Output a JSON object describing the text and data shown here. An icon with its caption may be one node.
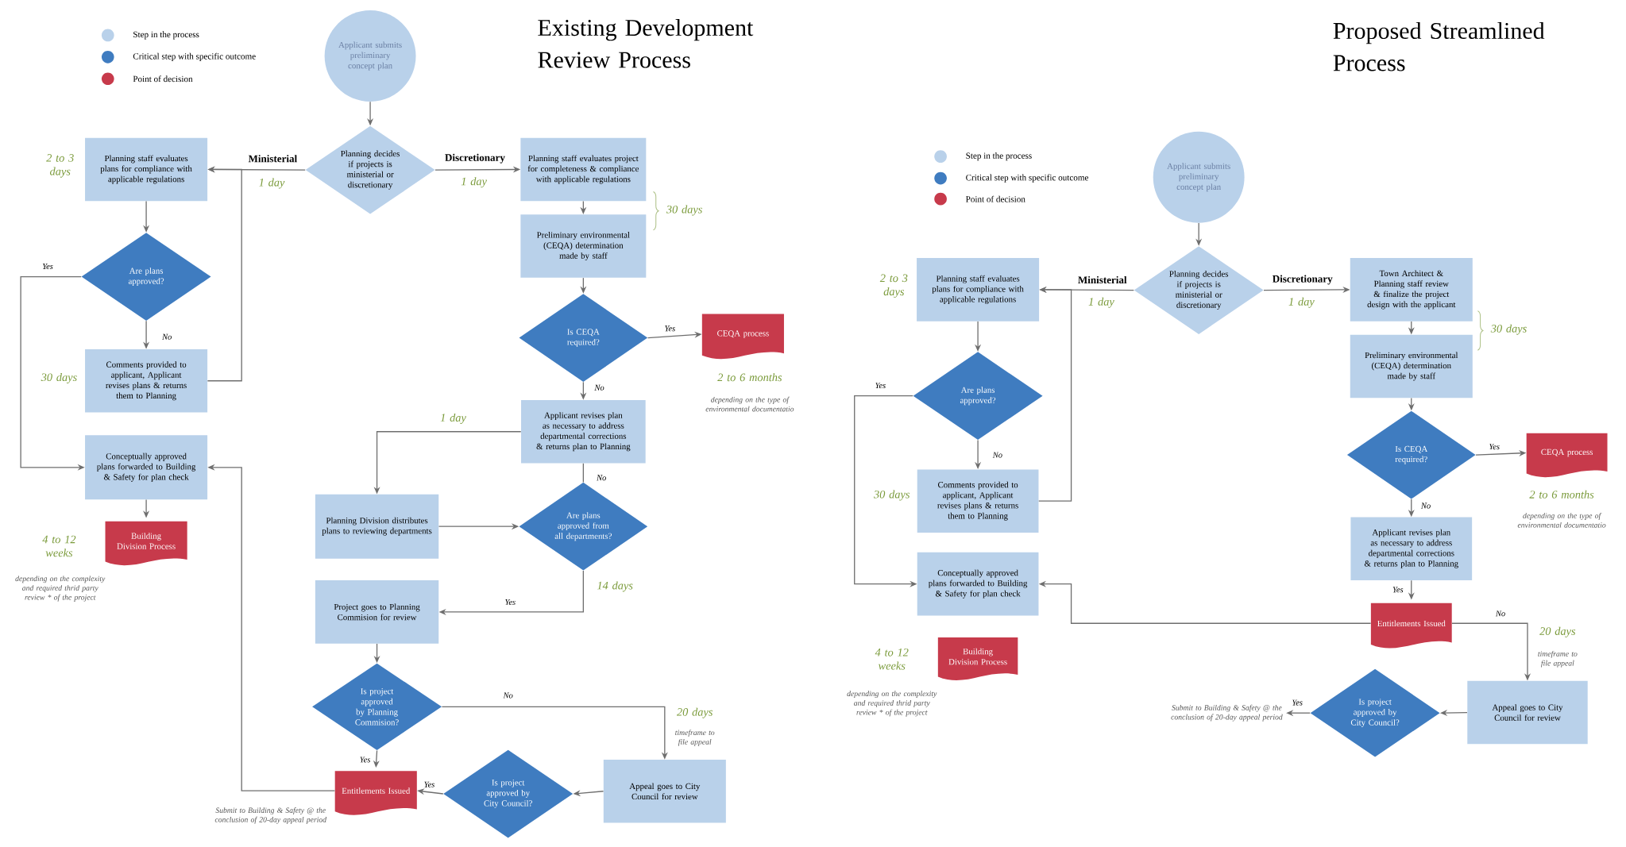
{
  "diagram": {
    "nodes": [
      {
        "text": [
          "Applicant submits preliminary concept plan"
        ]
      },
      {
        "text": [
          "Planning decides if projects is ministerial or discretionary"
        ]
      },
      {
        "text": [
          "Planning staff evaluates plans for compliance with applicable regulations"
        ],
        "beside": [
          "2 to 3 days"
        ]
      },
      {
        "text": [
          "Planning staff evaluates project for completeness & compliance with applicable regulations"
        ]
      },
      {
        "text": [
          "Preliminary environmental (CEQA) determination made by staff"
        ]
      },
      {
        "text": [
          "Are plans approved?"
        ]
      },
      {
        "text": [
          "Comments provided to applicant, Applicant revises plans & returns them to Planning"
        ],
        "beside": [
          "30 days"
        ]
      },
      {
        "text": [
          "Is CEQA required?"
        ]
      },
      {
        "text": [
          "CEQA process"
        ],
        "beside": [
          "2 to 6 months",
          "depending on the type of environmental documentatio"
        ]
      },
      {
        "text": [
          "Applicant revises plan as necessary to address departmental corrections & returns plan to Planning"
        ]
      },
      {
        "text": [
          "Planning Division distributes plans to reviewing departments"
        ]
      },
      {
        "text": [
          "Are plans approved from all departments?"
        ]
      },
      {
        "text": [
          "Project goes to Planning Commision for review"
        ]
      },
      {
        "text": [
          "Is project approved by Planning Commision?"
        ]
      },
      {
        "text": [
          "Conceptually approved plans forwarded to Building & Safety for plan check"
        ]
      },
      {
        "text": [
          "Building Division Process"
        ],
        "beside": [
          "4 to 12 weeks",
          "depending on the complexity and required thrid party review * of the project"
        ]
      },
      {
        "text": [
          "Entitlements Issued"
        ],
        "beside": [
          "Submit to Building & Safety @ the conclusion of 20-day appeal period"
        ]
      },
      {
        "text": [
          "Is project approved by City Council?"
        ]
      },
      {
        "text": [
          "Appeal goes to City Council for review"
        ],
        "beside": [
          "20 days",
          "timeframe to file appeal"
        ]
      },
      {
        "text": [
          "Applicant submits preliminary concept plan"
        ]
      },
      {
        "text": [
          "Planning decides if projects is ministerial or discretionary"
        ]
      },
      {
        "text": [
          "Planning staff evaluates plans for compliance with applicable regulations"
        ],
        "beside": [
          "2 to 3 days"
        ]
      },
      {
        "text": [
          "Town Architect & Planning staff review & finalize the project design with the applicant"
        ]
      },
      {
        "text": [
          "Preliminary environmental (CEQA) determination made by staff"
        ]
      },
      {
        "text": [
          "Are plans approved?"
        ]
      },
      {
        "text": [
          "Comments provided to applicant, Applicant revises plans & returns them to Planning"
        ],
        "beside": [
          "30 days"
        ]
      },
      {
        "text": [
          "Is CEQA required?"
        ]
      },
      {
        "text": [
          "CEQA process"
        ],
        "beside": [
          "2 to 6 months",
          "depending on the type of environmental documentatio"
        ]
      },
      {
        "text": [
          "Applicant revises plan as necessary to address departmental corrections & returns plan to Planning"
        ]
      },
      {
        "text": [
          "Entitlements Issued"
        ]
      },
      {
        "text": [
          "Conceptually approved plans forwarded to Building & Safety for plan check"
        ]
      },
      {
        "text": [
          "Building Division Process"
        ],
        "beside": [
          "4 to 12 weeks",
          "depending on the complexity and required thrid party review * of the project"
        ]
      },
      {
        "text": [
          "Is project approved by City Council?"
        ]
      },
      {
        "text": [
          "Appeal goes to City Council for review"
        ],
        "beside": [
          "20 days",
          "timeframe to file appeal"
        ]
      },
      {
        "text": [
          "Submit to Building & Safety @ the conclusion of 20-day appeal period"
        ]
      }
    ],
    "edges": [
      {
        "from": 0,
        "to": 1,
        "arrow": "to"
      },
      {
        "from": 1,
        "to": 2,
        "arrow": "to",
        "label": "Ministerial"
      },
      {
        "from": 1,
        "to": 3,
        "arrow": "to",
        "label": "Discretionary"
      },
      {
        "from": 2,
        "to": 5,
        "arrow": "to"
      },
      {
        "from": 5,
        "to": 6,
        "arrow": "to",
        "label": "No"
      },
      {
        "from": 5,
        "to": 14,
        "arrow": "to",
        "label": "Yes"
      },
      {
        "from": 6,
        "to": 2,
        "arrow": "to"
      },
      {
        "from": 3,
        "to": 4,
        "arrow": "to"
      },
      {
        "from": 4,
        "to": 7,
        "arrow": "to"
      },
      {
        "from": 7,
        "to": 8,
        "arrow": "to",
        "label": "Yes"
      },
      {
        "from": 7,
        "to": 9,
        "arrow": "to",
        "label": "No"
      },
      {
        "from": 9,
        "to": 10,
        "arrow": "to"
      },
      {
        "from": 9,
        "to": 11,
        "arrow": "none",
        "label": "No"
      },
      {
        "from": 10,
        "to": 11,
        "arrow": "to"
      },
      {
        "from": 11,
        "to": 12,
        "arrow": "to",
        "label": "Yes"
      },
      {
        "from": 12,
        "to": 13,
        "arrow": "to"
      },
      {
        "from": 13,
        "to": 18,
        "arrow": "to",
        "label": "No"
      },
      {
        "from": 13,
        "to": 16,
        "arrow": "to",
        "label": "Yes"
      },
      {
        "from": 18,
        "to": 17,
        "arrow": "to"
      },
      {
        "from": 17,
        "to": 16,
        "arrow": "to",
        "label": "Yes"
      },
      {
        "from": 16,
        "to": 14,
        "arrow": "to"
      },
      {
        "from": 14,
        "to": 15,
        "arrow": "to"
      },
      {
        "from": 19,
        "to": 20,
        "arrow": "to"
      },
      {
        "from": 20,
        "to": 21,
        "arrow": "to",
        "label": "Ministerial"
      },
      {
        "from": 20,
        "to": 22,
        "arrow": "to",
        "label": "Discretionary"
      },
      {
        "from": 21,
        "to": 24,
        "arrow": "to"
      },
      {
        "from": 24,
        "to": 25,
        "arrow": "to",
        "label": "No"
      },
      {
        "from": 24,
        "to": 30,
        "arrow": "to",
        "label": "Yes"
      },
      {
        "from": 25,
        "to": 21,
        "arrow": "to"
      },
      {
        "from": 22,
        "to": 23,
        "arrow": "to"
      },
      {
        "from": 23,
        "to": 26,
        "arrow": "to"
      },
      {
        "from": 26,
        "to": 27,
        "arrow": "to",
        "label": "Yes"
      },
      {
        "from": 26,
        "to": 28,
        "arrow": "to",
        "label": "No"
      },
      {
        "from": 28,
        "to": 29,
        "arrow": "to",
        "label": "Yes"
      },
      {
        "from": 29,
        "to": 30,
        "arrow": "to"
      },
      {
        "from": 29,
        "to": 33,
        "arrow": "to",
        "label": "No"
      },
      {
        "from": 33,
        "to": 32,
        "arrow": "to"
      },
      {
        "from": 32,
        "to": 34,
        "arrow": "to",
        "label": "Yes"
      }
    ],
    "labels": [
      "Existing Development Review Process",
      "Proposed Streamlined Process",
      "1 day",
      "1 day",
      "30 days",
      "1 day",
      "14 days",
      "1 day",
      "1 day",
      "30 days"
    ],
    "legend": [
      {
        "text": "Step in the process",
        "color": "#b9d1ea"
      },
      {
        "text": "Critical step with specific outcome",
        "color": "#3f7cc0"
      },
      {
        "text": "Point of decision",
        "color": "#c73a4b"
      },
      {
        "text": "Step in the process",
        "color": "#b9d1ea"
      },
      {
        "text": "Critical step with specific outcome",
        "color": "#3f7cc0"
      },
      {
        "text": "Point of decision",
        "color": "#c73a4b"
      }
    ]
  }
}
